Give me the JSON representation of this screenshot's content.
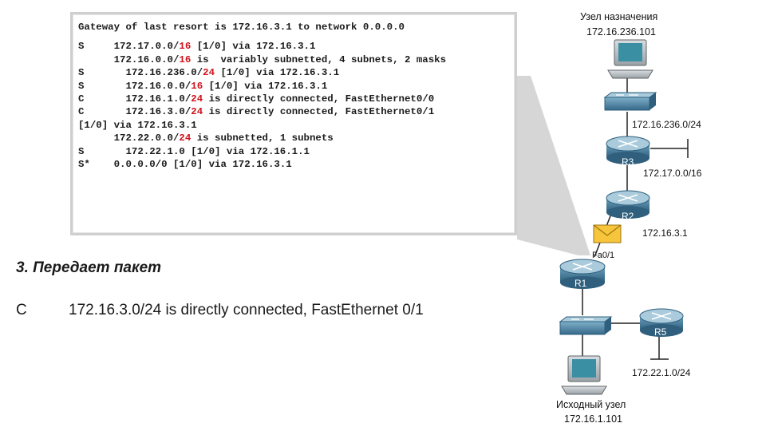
{
  "routing_table": {
    "lines": [
      {
        "segs": [
          {
            "t": "Gateway of last resort is 172.16.3.1 to network 0.0.0.0"
          }
        ]
      },
      {
        "blank": true
      },
      {
        "segs": [
          {
            "t": "S     172.17.0.0/"
          },
          {
            "t": "16",
            "red": true
          },
          {
            "t": " [1/0] via 172.16.3.1"
          }
        ]
      },
      {
        "segs": [
          {
            "t": "      172.16.0.0/"
          },
          {
            "t": "16",
            "red": true
          },
          {
            "t": " is  variably subnetted, 4 subnets, 2 masks"
          }
        ]
      },
      {
        "segs": [
          {
            "t": "S       172.16.236.0/"
          },
          {
            "t": "24",
            "red": true
          },
          {
            "t": " [1/0] via 172.16.3.1"
          }
        ]
      },
      {
        "segs": [
          {
            "t": "S       172.16.0.0/"
          },
          {
            "t": "16",
            "red": true
          },
          {
            "t": " [1/0] via 172.16.3.1"
          }
        ]
      },
      {
        "segs": [
          {
            "t": "C       172.16.1.0/"
          },
          {
            "t": "24",
            "red": true
          },
          {
            "t": " is directly connected, FastEthernet0/0"
          }
        ]
      },
      {
        "segs": [
          {
            "t": "C       172.16.3.0/"
          },
          {
            "t": "24",
            "red": true
          },
          {
            "t": " is directly connected, FastEthernet0/1"
          }
        ]
      },
      {
        "segs": [
          {
            "t": "[1/0] via 172.16.3.1"
          }
        ]
      },
      {
        "segs": [
          {
            "t": "      172.22.0.0/"
          },
          {
            "t": "24",
            "red": true
          },
          {
            "t": " is subnetted, 1 subnets"
          }
        ]
      },
      {
        "segs": [
          {
            "t": "S       172.22.1.0 [1/0] via 172.16.1.1"
          }
        ]
      },
      {
        "segs": [
          {
            "t": "S*    0.0.0.0/0 [1/0] via 172.16.3.1"
          }
        ]
      }
    ]
  },
  "caption": "3. Передает пакет",
  "route_line": {
    "code": "C",
    "text": "172.16.3.0/24 is directly connected, FastEthernet 0/1"
  },
  "topology": {
    "dest_label": "Узел назначения",
    "dest_ip": "172.16.236.101",
    "net_r3_lan": "172.16.236.0/24",
    "r3": "R3",
    "net_r3_stub": "172.17.0.0/16",
    "r2": "R2",
    "net_r1_r2": "172.16.3.1",
    "interface": "Fa0/1",
    "r1": "R1",
    "r5": "R5",
    "net_r5_stub": "172.22.1.0/24",
    "source_label": "Исходный узел",
    "source_ip": "172.16.1.101"
  },
  "colors": {
    "red_highlight": "#d0121b",
    "router_body": "#4a7f9e",
    "router_top": "#9cc2d6",
    "envelope": "#f7c53c"
  }
}
